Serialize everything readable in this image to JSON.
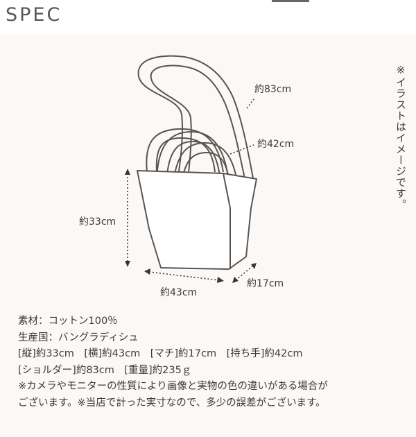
{
  "header": {
    "title": "SPEC"
  },
  "note": "※イラストはイメージです。",
  "diagram": {
    "label_shoulder": "約83cm",
    "label_handle": "約42cm",
    "label_height": "約33cm",
    "label_width": "約43cm",
    "label_gusset": "約17cm"
  },
  "spec": {
    "material": "素材：コットン100％",
    "origin": "生産国：バングラディシュ",
    "dims_line1": "[縦]約33cm　[横]約43cm　[マチ]約17cm　[持ち手]約42cm",
    "dims_line2": "[ショルダー]約83cm　[重量]約235ｇ",
    "disclaimer_line1": "※カメラやモニターの性質により画像と実物の色の違いがある場合が",
    "disclaimer_line2": "ございます。※当店で計った実寸なので、多少の誤差がございます。"
  },
  "colors": {
    "line": "#5a544e",
    "dots": "#3a3632",
    "background": "#faf9f7"
  }
}
